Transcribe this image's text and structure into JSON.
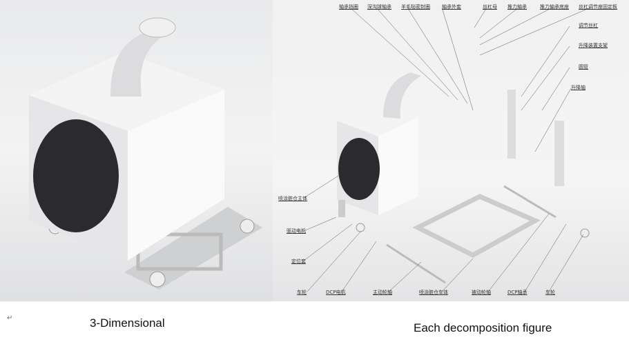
{
  "figures": {
    "left": {
      "caption": "3-Dimensional"
    },
    "right": {
      "caption": "Each decomposition figure",
      "labels_top": [
        "轴承挡圈",
        "深沟球轴承",
        "羊毛毡密封圈",
        "轴承外套",
        "丝杠母",
        "推力轴承",
        "推力轴承底座",
        "丝杠调节座固定板"
      ],
      "labels_right": [
        "调节丝杠",
        "升降装置支架",
        "圆管",
        "升降轴"
      ],
      "labels_left": [
        "喷涂脏仓主体",
        "驱动电机",
        "定位套"
      ],
      "labels_bottom": [
        "车轮",
        "DCP电机",
        "主动轮轴",
        "喷涂脏仓车体",
        "被动轮轴",
        "DCP轴承",
        "车轮"
      ]
    }
  },
  "paragraph_mark": "↵"
}
